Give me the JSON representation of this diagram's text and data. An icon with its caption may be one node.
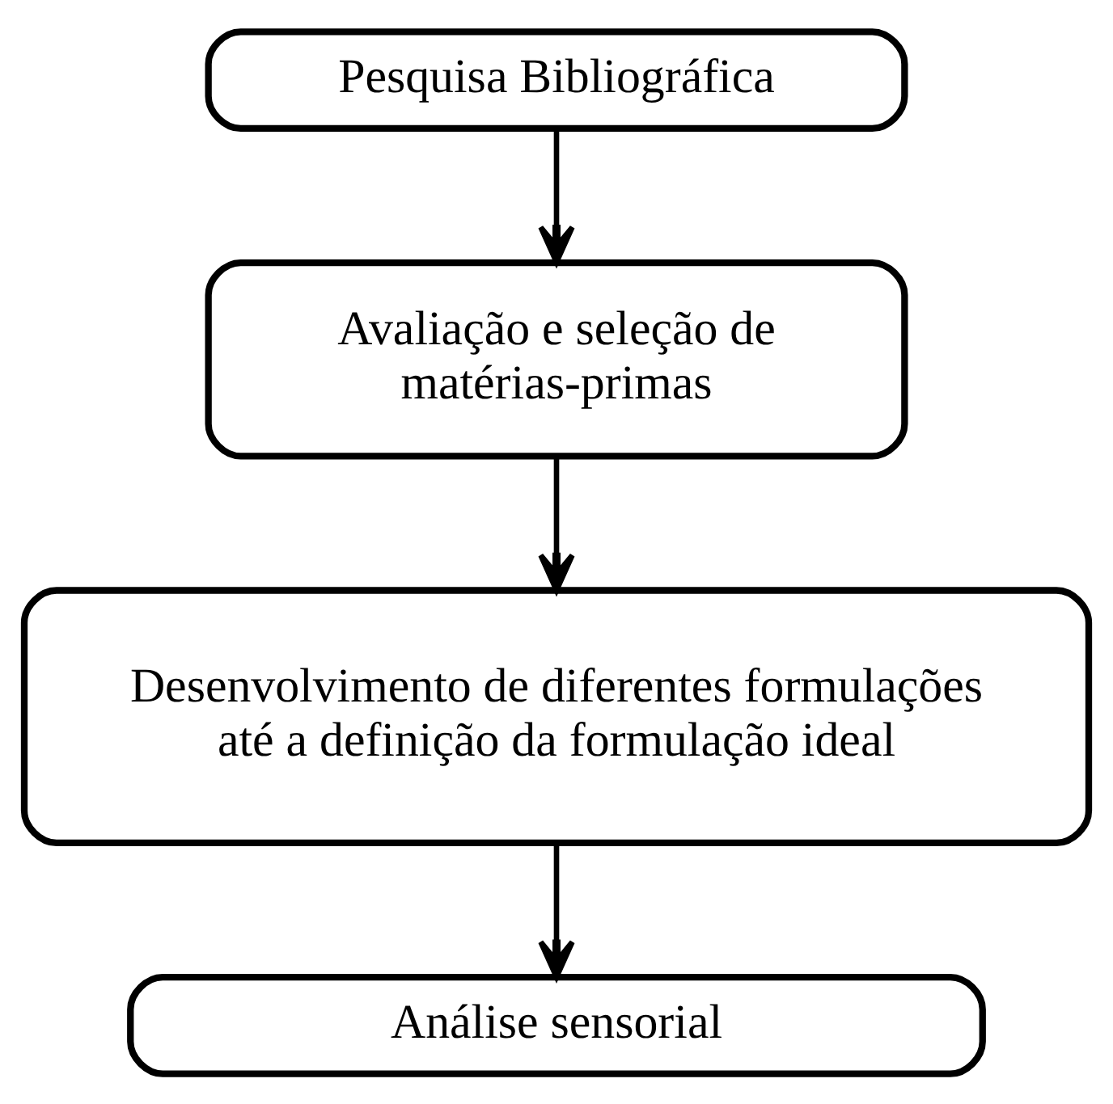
{
  "diagram": {
    "nodes": [
      {
        "text": [
          "Pesquisa Bibliográfica"
        ]
      },
      {
        "text": [
          "Avaliação e seleção de matérias-primas"
        ]
      },
      {
        "text": [
          "Desenvolvimento de diferentes formulações até a definição da formulação ideal"
        ]
      },
      {
        "text": [
          "Análise sensorial"
        ]
      }
    ],
    "edges": [
      {
        "from": 0,
        "to": 1,
        "arrow": "to"
      },
      {
        "from": 1,
        "to": 2,
        "arrow": "to"
      },
      {
        "from": 2,
        "to": 3,
        "arrow": "to"
      }
    ]
  }
}
